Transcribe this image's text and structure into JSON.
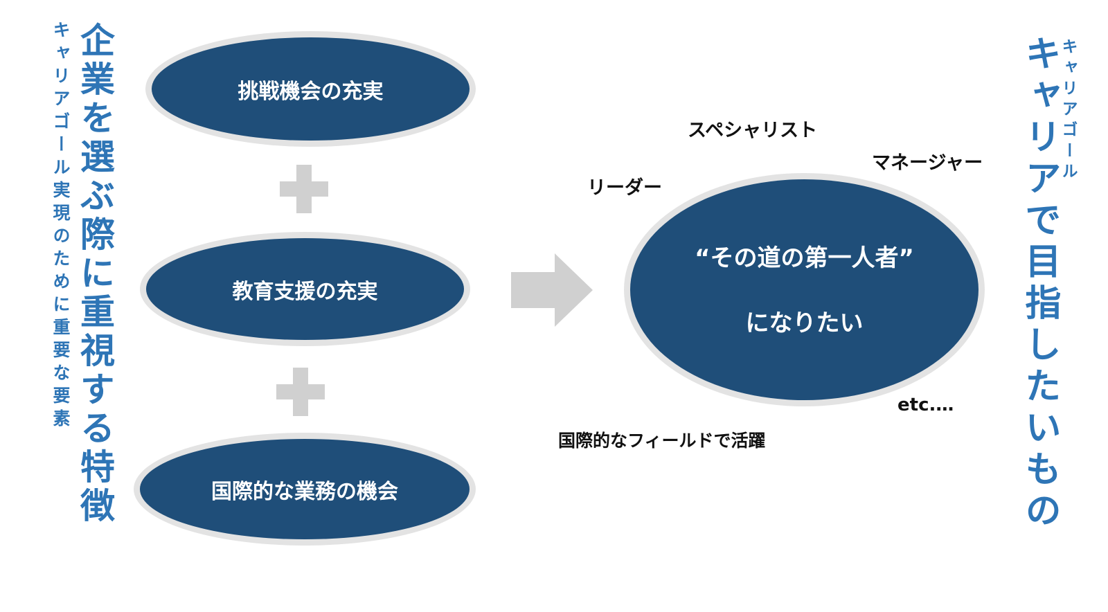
{
  "left": {
    "title": "企業を選ぶ際に重視する特徴",
    "subtitle": "キャリアゴール実現のために重要な要素"
  },
  "factors": [
    "挑戦機会の充実",
    "教育支援の充実",
    "国際的な業務の機会"
  ],
  "goal": {
    "line1": "“その道の第一人者”",
    "line2": "になりたい"
  },
  "labels": {
    "specialist": "スペシャリスト",
    "manager": "マネージャー",
    "leader": "リーダー",
    "etc": "etc.…",
    "global": "国際的なフィールドで活躍"
  },
  "right": {
    "title": "キャリアで目指したいもの",
    "subtitle": "キャリアゴール"
  },
  "colors": {
    "accent_text": "#2e75b6",
    "ellipse_fill": "#1f4e79",
    "ellipse_ring": "#e3e3e3",
    "connector_gray": "#d0d0d0"
  },
  "icons": {
    "plus": "plus-icon",
    "arrow": "arrow-right-icon"
  }
}
